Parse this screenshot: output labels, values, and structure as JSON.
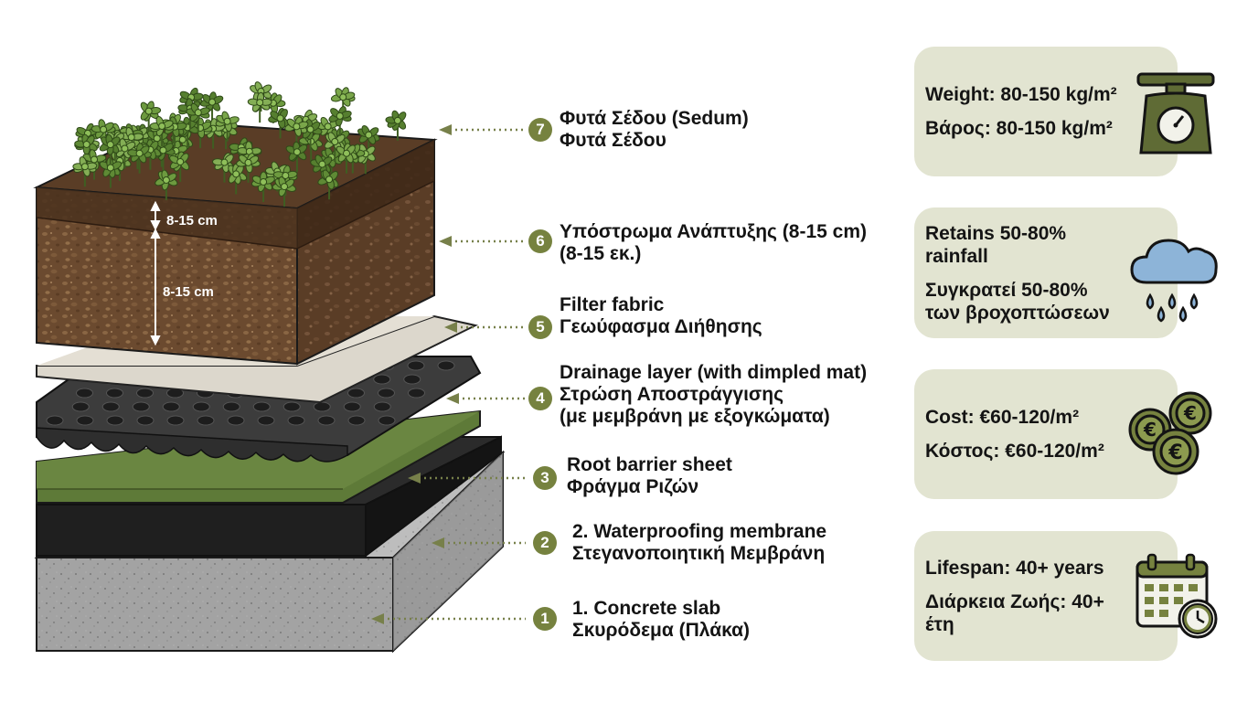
{
  "layers": [
    {
      "num": "7",
      "en": "Φυτά Σέδου (Sedum)",
      "el": "Φυτά Σέδου"
    },
    {
      "num": "6",
      "en": "Υπόστρωμα Ανάπτυξης (8-15 cm)",
      "el": "(8-15 εκ.)"
    },
    {
      "num": "5",
      "en": "Filter fabric",
      "el": "Γεωύφασμα Διήθησης"
    },
    {
      "num": "4",
      "en": "Drainage layer (with dimpled mat)",
      "el": "Στρώση Αποστράγγισης",
      "el2": "(με μεμβράνη με εξογκώματα)"
    },
    {
      "num": "3",
      "en": "Root barrier sheet",
      "el": "Φράγμα Ριζών"
    },
    {
      "num": "2",
      "en": "2. Waterproofing membrane",
      "el": "Στεγανοποιητική Μεμβράνη"
    },
    {
      "num": "1",
      "en": "1. Concrete slab",
      "el": "Σκυρόδεμα (Πλάκα)"
    }
  ],
  "dimensions": {
    "top": "8-15 cm",
    "side": "8-15 cm"
  },
  "cards": [
    {
      "en": "Weight: 80-150 kg/m²",
      "el": "Βάρος: 80-150 kg/m²",
      "icon": "scale-icon"
    },
    {
      "en": "Retains 50-80% rainfall",
      "el": "Συγκρατεί 50-80% των βροχοπτώσεων",
      "icon": "rain-cloud-icon"
    },
    {
      "en": "Cost: €60-120/m²",
      "el": "Κόστος: €60-120/m²",
      "icon": "euro-coins-icon"
    },
    {
      "en": "Lifespan: 40+ years",
      "el": "Διάρκεια Ζωής: 40+ έτη",
      "icon": "calendar-clock-icon"
    }
  ],
  "colors": {
    "badge": "#76823f",
    "card_bg": "#e2e4d1",
    "icon": "#5f6b35",
    "plant": "#6d8f3e",
    "soil": "#6b4a2f",
    "root_barrier": "#5e7a38",
    "membrane": "#242424",
    "concrete": "#9c9c9c"
  }
}
